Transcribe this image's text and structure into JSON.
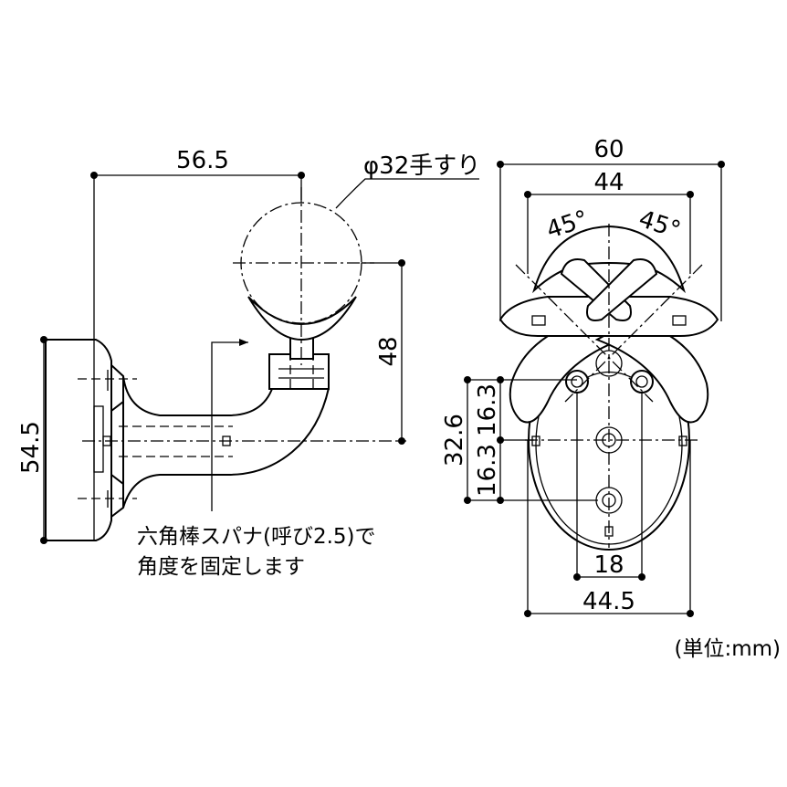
{
  "side_view": {
    "dim_width": "56.5",
    "dim_height_rail": "48",
    "dim_height_base": "54.5",
    "rail_label": "φ32手すり",
    "note_line1": "六角棒スパナ(呼び2.5)で",
    "note_line2": "角度を固定します"
  },
  "front_view": {
    "dim_width_total": "60",
    "dim_width_inner": "44",
    "angle_left": "45°",
    "angle_right": "45°",
    "dim_total_vertical": "32.6",
    "dim_upper_vertical": "16.3",
    "dim_lower_vertical": "16.3",
    "dim_hole_spacing": "18",
    "dim_base_width": "44.5"
  },
  "unit_label": "(単位:mm)"
}
